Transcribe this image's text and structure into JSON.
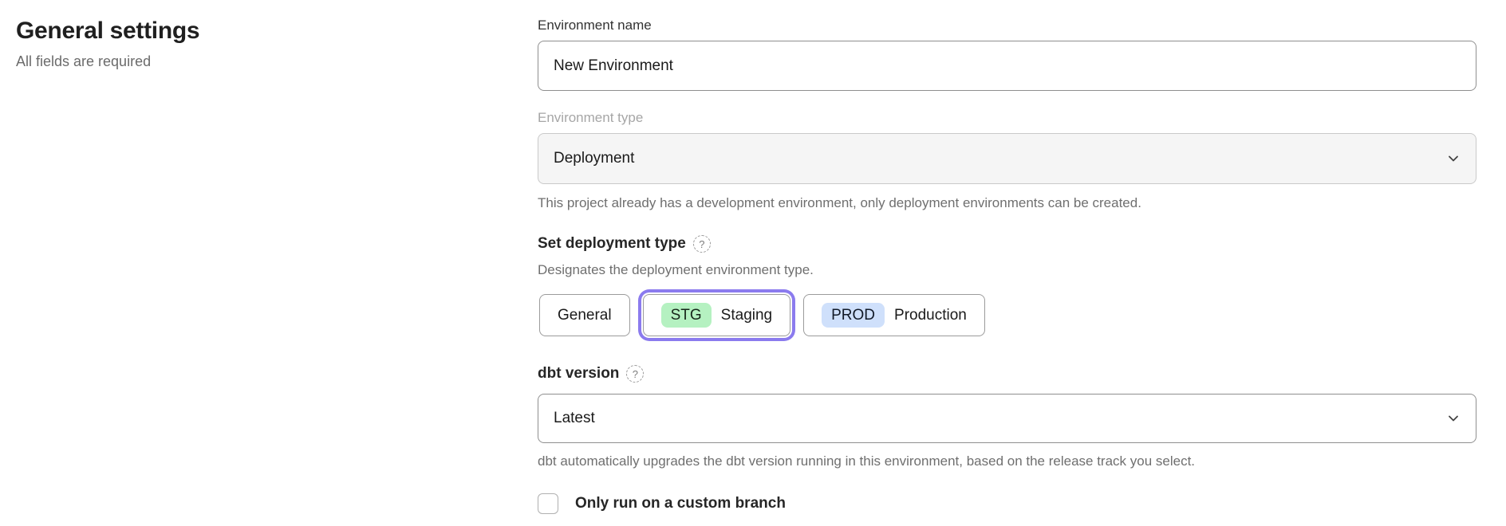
{
  "page": {
    "heading": "General settings",
    "subheading": "All fields are required"
  },
  "form": {
    "environment_name": {
      "label": "Environment name",
      "value": "New Environment"
    },
    "environment_type": {
      "label": "Environment type",
      "value": "Deployment",
      "disabled": true,
      "helper": "This project already has a development environment, only deployment environments can be created."
    },
    "deployment_type": {
      "label": "Set deployment type",
      "description": "Designates the deployment environment type.",
      "options": [
        {
          "label": "General",
          "badge": "",
          "selected": false
        },
        {
          "label": "Staging",
          "badge": "STG",
          "selected": true
        },
        {
          "label": "Production",
          "badge": "PROD",
          "selected": false
        }
      ]
    },
    "dbt_version": {
      "label": "dbt version",
      "value": "Latest",
      "helper": "dbt automatically upgrades the dbt version running in this environment, based on the release track you select."
    },
    "custom_branch": {
      "label": "Only run on a custom branch",
      "checked": false
    }
  },
  "icons": {
    "help": "?"
  },
  "colors": {
    "selected_ring": "#8b7bee",
    "stg_badge": "#b5f1c1",
    "prod_badge": "#cfe0fb"
  }
}
